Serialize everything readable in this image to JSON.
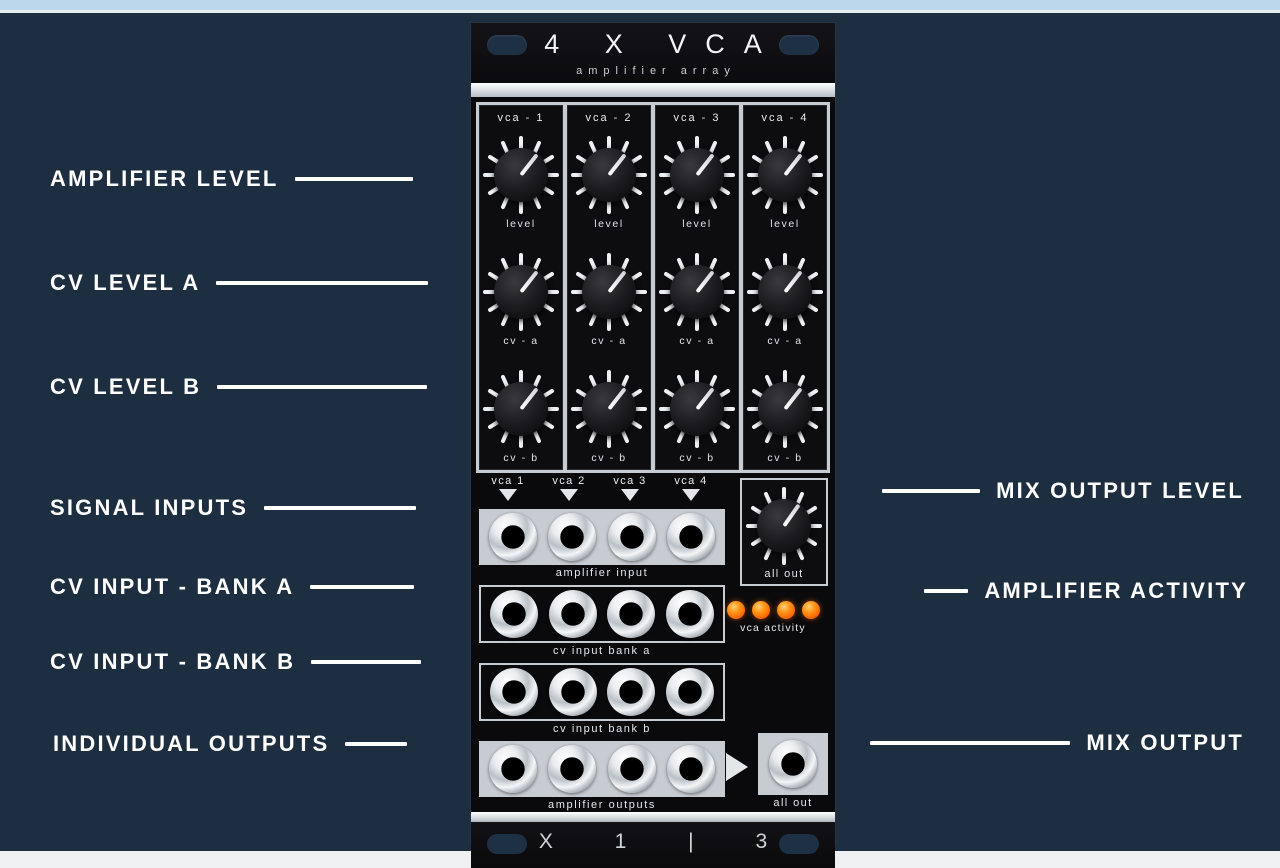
{
  "module": {
    "brand_title": "4 X VCA",
    "brand_subtitle": "amplifier array",
    "footer_mark": "X 1 | 3"
  },
  "strips": [
    {
      "title": "vca - 1",
      "level_label": "level",
      "cva_label": "cv - a",
      "cvb_label": "cv - b"
    },
    {
      "title": "vca - 2",
      "level_label": "level",
      "cva_label": "cv - a",
      "cvb_label": "cv - b"
    },
    {
      "title": "vca - 3",
      "level_label": "level",
      "cva_label": "cv - a",
      "cvb_label": "cv - b"
    },
    {
      "title": "vca - 4",
      "level_label": "level",
      "cva_label": "cv - a",
      "cvb_label": "cv - b"
    }
  ],
  "input_routing": [
    {
      "label": "vca 1"
    },
    {
      "label": "vca 2"
    },
    {
      "label": "vca 3"
    },
    {
      "label": "vca 4"
    }
  ],
  "banks": {
    "amplifier_input": "amplifier input",
    "cv_input_bank_a": "cv input bank a",
    "cv_input_bank_b": "cv input bank b",
    "amplifier_outputs": "amplifier outputs",
    "all_out_jack": "all out"
  },
  "mix": {
    "knob_label": "all out"
  },
  "activity": {
    "label": "vca activity",
    "led_color": "#ff6a00",
    "leds": [
      true,
      true,
      true,
      true
    ]
  },
  "annotations": {
    "left": [
      {
        "text": "AMPLIFIER LEVEL",
        "rule_width": 118
      },
      {
        "text": "CV LEVEL A",
        "rule_width": 212
      },
      {
        "text": "CV LEVEL B",
        "rule_width": 210
      },
      {
        "text": "SIGNAL INPUTS",
        "rule_width": 152
      },
      {
        "text": "CV INPUT - BANK A",
        "rule_width": 104
      },
      {
        "text": "CV INPUT - BANK B",
        "rule_width": 110
      },
      {
        "text": "INDIVIDUAL OUTPUTS",
        "rule_width": 62
      }
    ],
    "right": [
      {
        "text": "MIX OUTPUT LEVEL",
        "rule_width": 98
      },
      {
        "text": "AMPLIFIER ACTIVITY",
        "rule_width": 44
      },
      {
        "text": "MIX OUTPUT",
        "rule_width": 200
      }
    ]
  },
  "colors": {
    "background": "#1c2e3f",
    "panel": "#0a0a0c",
    "chrome": "#c7ccd2",
    "text": "#ffffff"
  }
}
